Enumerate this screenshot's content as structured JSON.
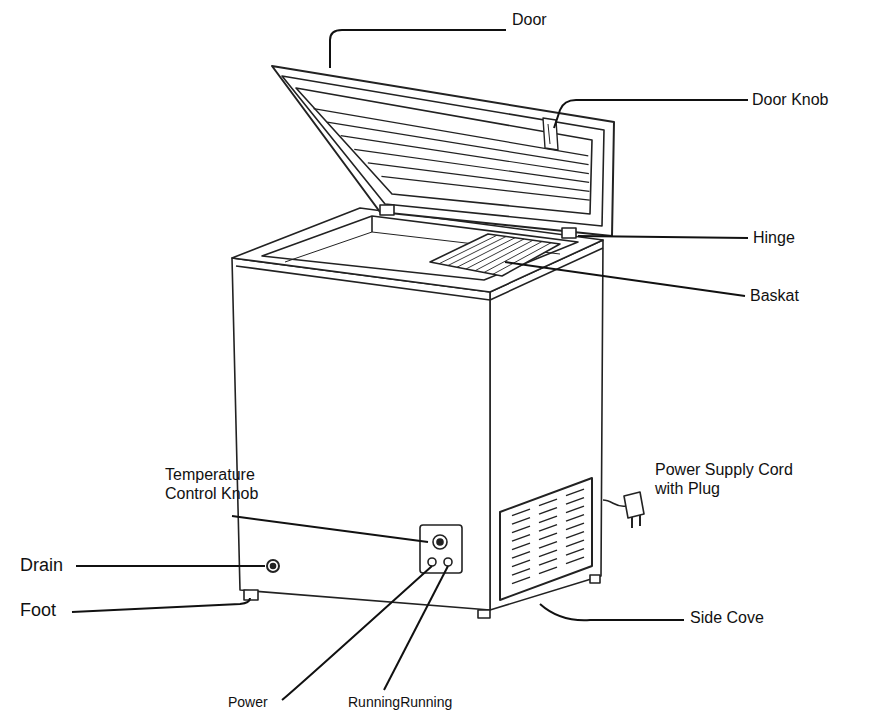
{
  "diagram": {
    "labels": [
      "Door",
      "Door Knob",
      "Hinge",
      "Baskat",
      "Temperature Control Knob",
      "Power Supply Cord with Plug",
      "Drain",
      "Foot",
      "Side Cove",
      "Power",
      "RunningRunning"
    ]
  }
}
